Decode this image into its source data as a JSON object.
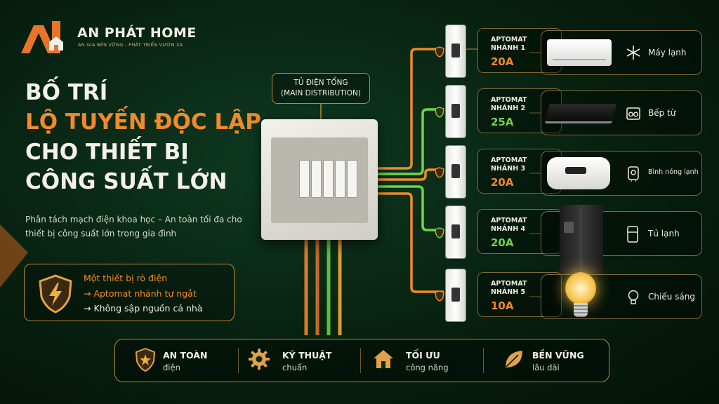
{
  "brand": {
    "name": "AN PHÁT HOME",
    "tagline": "AN GIA BỀN VỮNG - PHÁT TRIỂN VƯƠN XA"
  },
  "headline": {
    "line1": "BỐ TRÍ",
    "line2": "LỘ TUYẾN ĐỘC LẬP",
    "line3": "CHO THIẾT BỊ",
    "line4": "CÔNG SUẤT LỚN"
  },
  "subtitle": "Phân tách mạch điện khoa học – An toàn tối đa cho thiết bị công suất lớn trong gia đình",
  "alert": {
    "line1": "Một thiết bị rò điện",
    "line2": "→ Aptomat nhánh tự ngắt",
    "line3": "→ Không sập nguồn cả nhà"
  },
  "panel": {
    "label_line1": "TỦ ĐIỆN TỔNG",
    "label_line2": "(MAIN DISTRIBUTION)"
  },
  "branches": [
    {
      "name1": "APTOMAT",
      "name2": "NHÁNH 1",
      "amp": "20A",
      "color": "#f08a2a",
      "device": "Máy lạnh",
      "device_icon": "snowflake-icon"
    },
    {
      "name1": "APTOMAT",
      "name2": "NHÁNH 2",
      "amp": "25A",
      "color": "#6fd34a",
      "device": "Bếp từ",
      "device_icon": "stove-icon"
    },
    {
      "name1": "APTOMAT",
      "name2": "NHÁNH 3",
      "amp": "20A",
      "color": "#f08a2a",
      "device": "Bình nóng lạnh",
      "device_icon": "water-heater-icon"
    },
    {
      "name1": "APTOMAT",
      "name2": "NHÁNH 4",
      "amp": "20A",
      "color": "#6fd34a",
      "device": "Tủ lạnh",
      "device_icon": "fridge-icon"
    },
    {
      "name1": "APTOMAT",
      "name2": "NHÁNH 5",
      "amp": "10A",
      "color": "#f08a2a",
      "device": "Chiếu sáng",
      "device_icon": "lightbulb-icon"
    }
  ],
  "features": [
    {
      "title": "AN TOÀN",
      "sub": "điện",
      "icon": "shield-icon"
    },
    {
      "title": "KỸ THUẬT",
      "sub": "chuẩn",
      "icon": "gear-icon"
    },
    {
      "title": "TỐI ƯU",
      "sub": "công năng",
      "icon": "house-icon"
    },
    {
      "title": "BỀN VỮNG",
      "sub": "lâu dài",
      "icon": "leaf-icon"
    }
  ],
  "colors": {
    "accent_orange": "#f08a2a",
    "accent_green": "#6fd34a",
    "gold_border": "#b8873e",
    "background": "#07200f"
  }
}
